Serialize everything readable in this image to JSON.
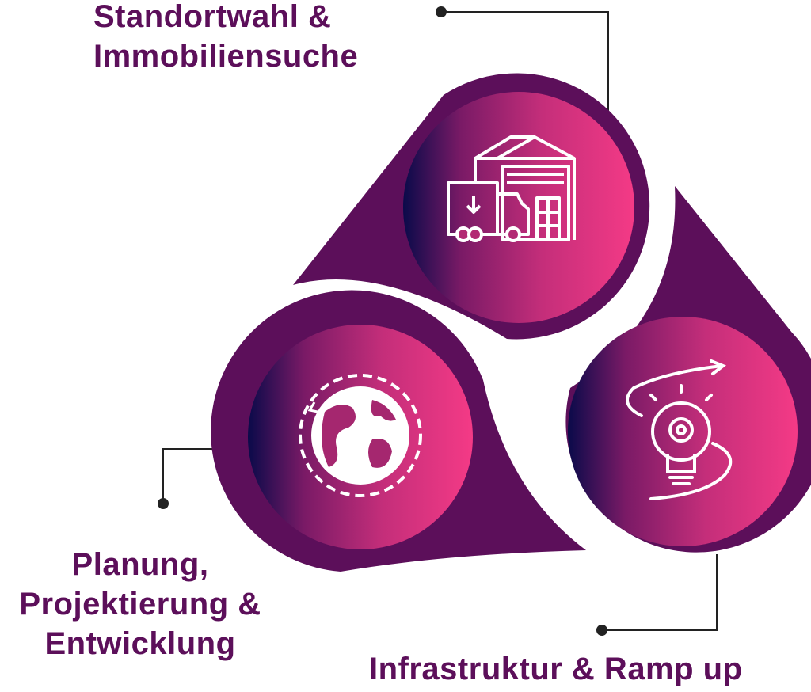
{
  "colors": {
    "dark_purple": "#5c0f5a",
    "gradient_start": "#0a0a4a",
    "gradient_mid": "#8b1f6b",
    "gradient_end": "#f43a86",
    "text": "#5c0f5a",
    "leader": "#222222"
  },
  "steps": [
    {
      "lines": [
        "Standortwahl &",
        "Immobiliensuche"
      ],
      "icon": "warehouse-truck-icon"
    },
    {
      "lines": [
        "Planung,",
        "Projektierung &",
        "Entwicklung"
      ],
      "icon": "globe-icon"
    },
    {
      "lines": [
        "Infrastruktur & Ramp up"
      ],
      "icon": "lightbulb-gear-icon"
    }
  ]
}
